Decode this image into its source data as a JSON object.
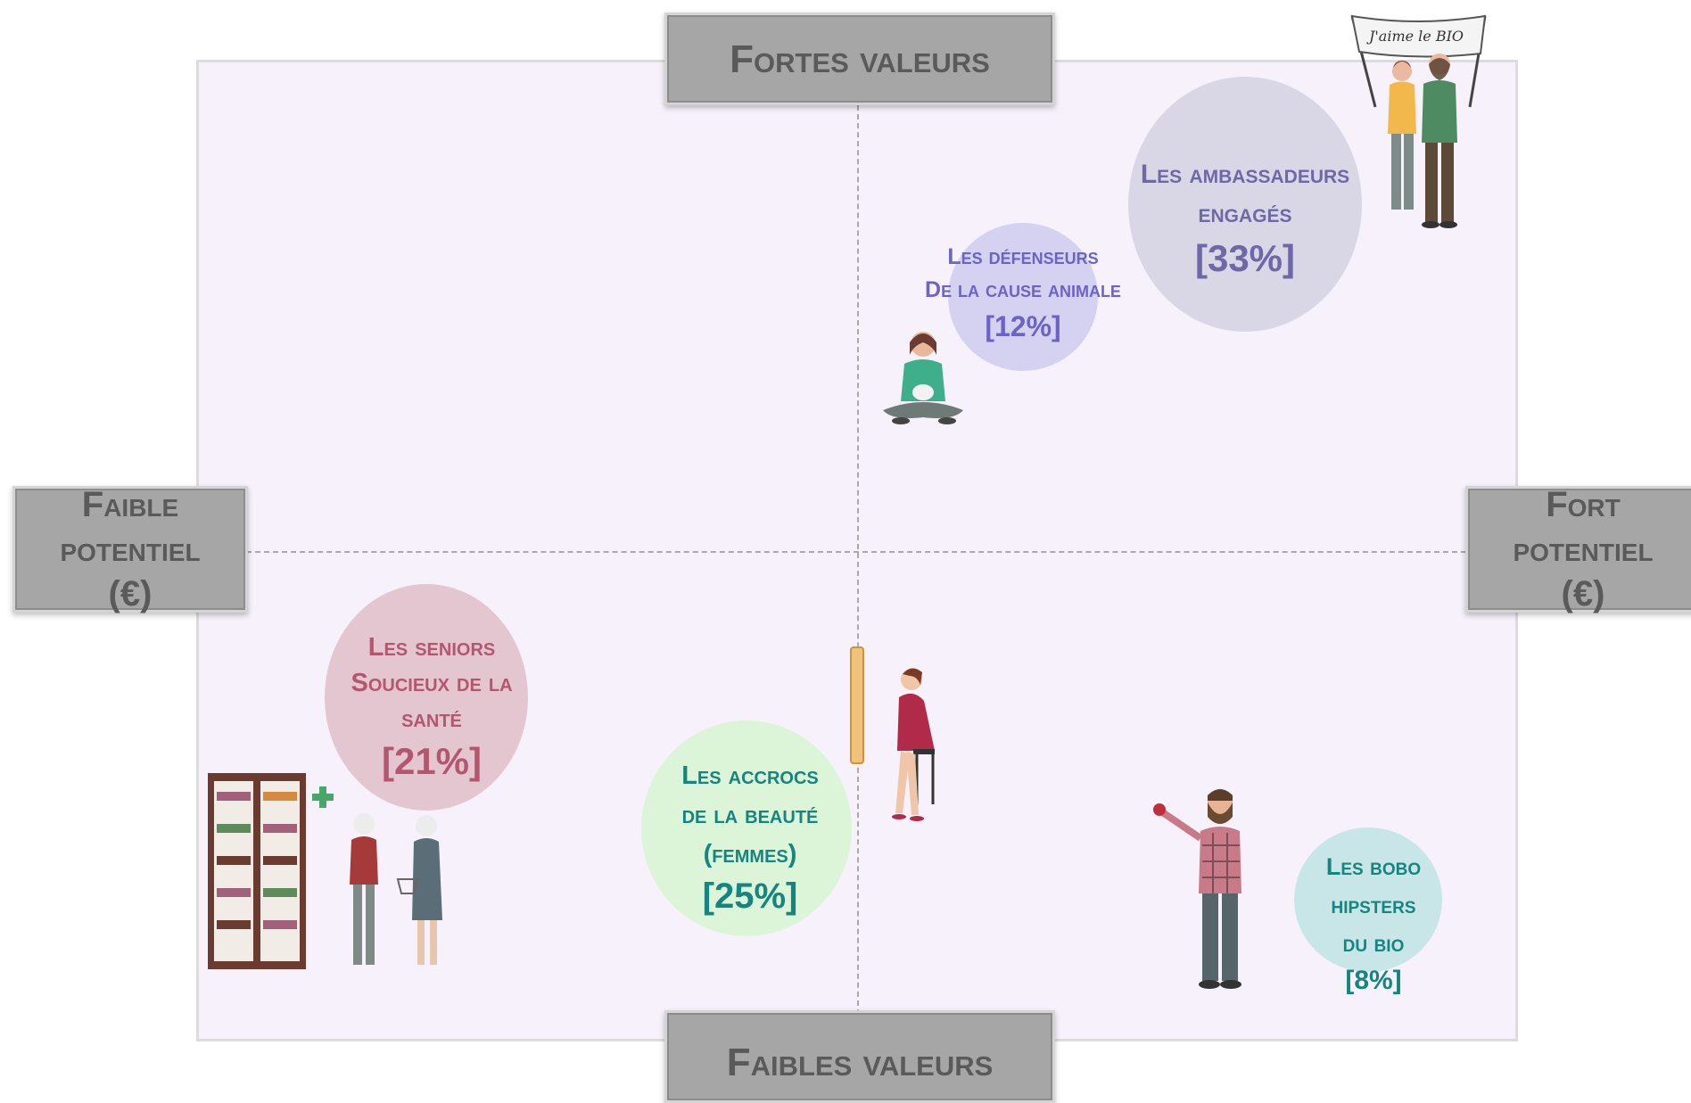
{
  "axes": {
    "top": "Fortes valeurs",
    "bottom": "Faibles valeurs",
    "left": {
      "line1": "Faible",
      "line2": "potentiel",
      "line3": "(€)"
    },
    "right": {
      "line1": "Fort",
      "line2": "potentiel",
      "line3": "(€)"
    }
  },
  "colors": {
    "plot_background": "#f7f1fb",
    "axis_box": "#a6a6a6",
    "purple": "#6f68a8",
    "rose": "#b4566f",
    "teal": "#14857f"
  },
  "segments": [
    {
      "id": "ambassadeurs",
      "line1": "Les ambassadeurs",
      "line2": "engagés",
      "line3": "",
      "pct": "[33%]",
      "color": "#6f68a8",
      "bubble_color": "#d9d7e6",
      "icon": "protest-couple-icon"
    },
    {
      "id": "defenseurs",
      "line1": "Les défenseurs",
      "line2": "De la cause animale",
      "line3": "",
      "pct": "[12%]",
      "color": "#6b63c6",
      "bubble_color": "#d4d1f1",
      "icon": "woman-with-cat-icon"
    },
    {
      "id": "seniors",
      "line1": "Les seniors",
      "line2": "Soucieux de la",
      "line3": "santé",
      "pct": "[21%]",
      "color": "#b4566f",
      "bubble_color": "#e4c6d0",
      "icon": "pharmacy-seniors-icon"
    },
    {
      "id": "beaute",
      "line1": "Les accrocs",
      "line2": "de la beauté",
      "line3": "(femmes)",
      "pct": "[25%]",
      "color": "#14857f",
      "bubble_color": "#dcf5d8",
      "icon": "woman-at-mirror-icon"
    },
    {
      "id": "bobo",
      "line1": "Les bobo",
      "line2": "hipsters",
      "line3": "du bio",
      "pct": "[8%]",
      "color": "#14857f",
      "bubble_color": "#c8e6e8",
      "icon": "hipster-man-icon"
    }
  ],
  "sign_text": "J'aime le BIO"
}
